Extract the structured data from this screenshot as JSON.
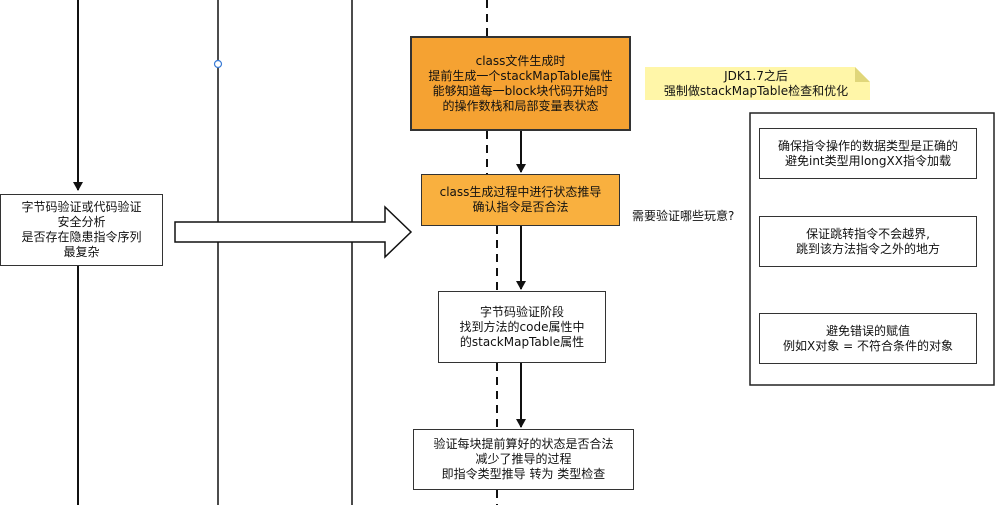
{
  "boxes": {
    "class_gen": [
      "class文件生成时",
      "提前生成一个stackMapTable属性",
      "能够知道每一block块代码开始时",
      "的操作数栈和局部变量表状态"
    ],
    "state_infer": [
      "class生成过程中进行状态推导",
      "确认指令是否合法"
    ],
    "verify_stage": [
      "字节码验证阶段",
      "找到方法的code属性中",
      "的stackMapTable属性"
    ],
    "verify_each": [
      "验证每块提前算好的状态是否合法",
      "减少了推导的过程",
      "即指令类型推导 转为 类型检查"
    ],
    "left_box": [
      "字节码验证或代码验证",
      "安全分析",
      "是否存在隐患指令序列",
      "最复杂"
    ]
  },
  "note": [
    "JDK1.7之后",
    "强制做stackMapTable检查和优化"
  ],
  "question": "需要验证哪些玩意?",
  "checks": [
    [
      "确保指令操作的数据类型是正确的",
      "避免int类型用longXX指令加载"
    ],
    [
      "保证跳转指令不会越界,",
      "跳到该方法指令之外的地方"
    ],
    [
      "避免错误的赋值",
      "例如X对象 = 不符合条件的对象"
    ]
  ],
  "colors": {
    "orange": "#f9b03f",
    "note": "#fff6a8",
    "note_fold": "#e0d67a",
    "stroke": "#333333"
  }
}
